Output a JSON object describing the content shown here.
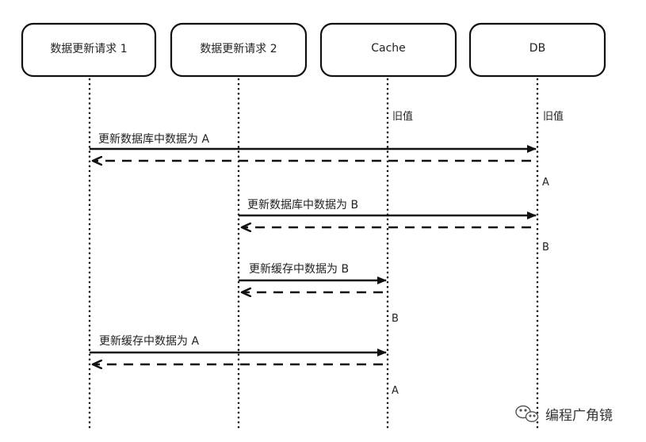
{
  "participants": [
    {
      "id": "p1",
      "label": "数据更新请求 1"
    },
    {
      "id": "p2",
      "label": "数据更新请求 2"
    },
    {
      "id": "cache",
      "label": "Cache"
    },
    {
      "id": "db",
      "label": "DB"
    }
  ],
  "states": {
    "cache_initial": "旧值",
    "db_initial": "旧值",
    "db_after_1": "A",
    "db_after_2": "B",
    "cache_after_1": "B",
    "cache_after_2": "A"
  },
  "messages": [
    {
      "from": "p1",
      "to": "db",
      "label": "更新数据库中数据为 A"
    },
    {
      "from": "p2",
      "to": "db",
      "label": "更新数据库中数据为 B"
    },
    {
      "from": "p2",
      "to": "cache",
      "label": "更新缓存中数据为 B"
    },
    {
      "from": "p1",
      "to": "cache",
      "label": "更新缓存中数据为 A"
    }
  ],
  "watermark": {
    "text": "编程广角镜"
  }
}
